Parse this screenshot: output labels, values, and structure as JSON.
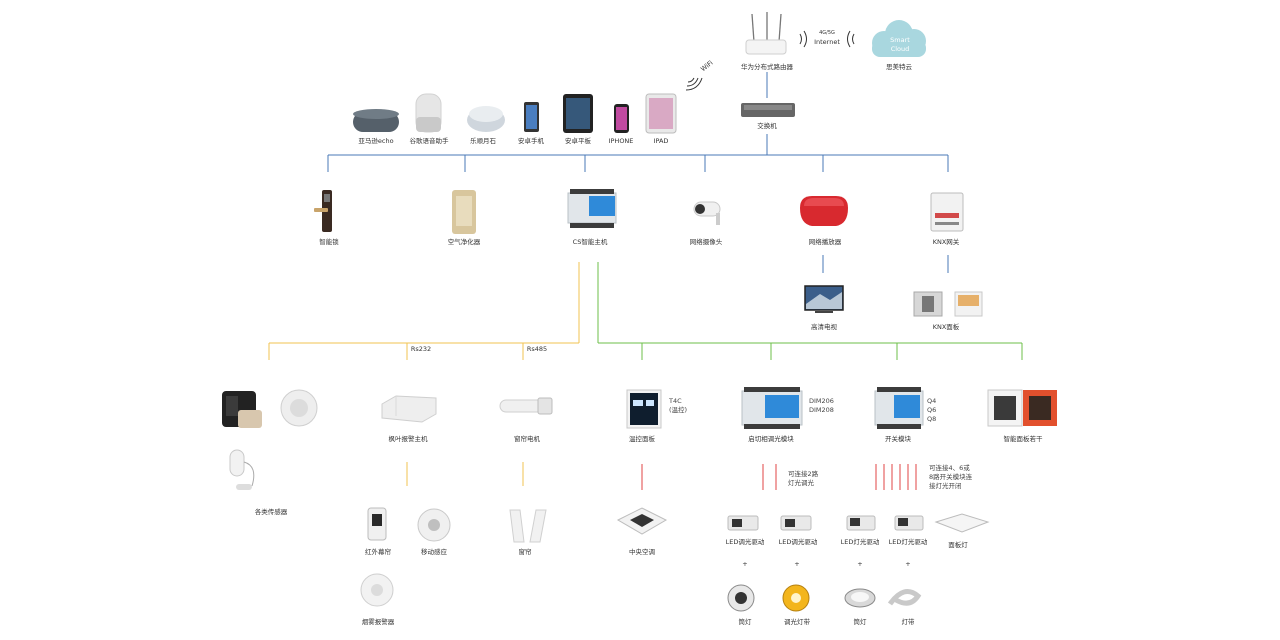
{
  "colors": {
    "blue": "#4a78b7",
    "yellow": "#f2c352",
    "green": "#6cbf4a",
    "red": "#e04545",
    "cloud": "#a9d7df"
  },
  "top": {
    "router": "华为分布式路由器",
    "internet_sub": "4G/5G",
    "internet": "Internet",
    "wifi": "WiFi",
    "cloud_line1": "Smart",
    "cloud_line2": "Cloud",
    "cloud_name": "思美特云",
    "switch": "交换机"
  },
  "phones": [
    "亚马逊echo",
    "谷歌语音助手",
    "乐顺月石",
    "安卓手机",
    "安卓平板",
    "IPHONE",
    "IPAD"
  ],
  "tier2": [
    "智能锁",
    "空气净化器",
    "CS智能主机",
    "网络摄像头",
    "网络播放器",
    "KNX网关"
  ],
  "tier3": {
    "tv": "高清电视",
    "knx_panel": "KNX面板"
  },
  "bus": {
    "rs232": "Rs232",
    "rs485": "Rs485"
  },
  "tier4": {
    "sensors": "各类传感器",
    "alarm_host": "枫叶报警主机",
    "curtain_motor": "窗帘电机",
    "thermo_panel": "温控面板",
    "thermo_note1": "T4C",
    "thermo_note2": "(温控)",
    "dimmer": "启切相调光模块",
    "dimmer_note1": "DIM206",
    "dimmer_note2": "DIM208",
    "switch_module": "开关模块",
    "switch_note1": "Q4",
    "switch_note2": "Q6",
    "switch_note3": "Q8",
    "smart_panel": "智能面板若干"
  },
  "notes": {
    "dimmer_1": "可连接2路",
    "dimmer_2": "灯光调光",
    "switch_1": "可连接4、6或",
    "switch_2": "8路开关模块连",
    "switch_3": "接灯光开闭"
  },
  "tier5": {
    "ir_curtain": "红外幕帘",
    "motion": "移动感应",
    "smoke": "烟雾报警器",
    "curtain": "窗帘",
    "ac": "中央空调",
    "led1": "LED调光驱动",
    "led2": "LED调光驱动",
    "led3": "LED灯光驱动",
    "led4": "LED灯光驱动",
    "panel_light": "面板灯",
    "plus": "+"
  },
  "tier6": [
    "筒灯",
    "调光灯带",
    "筒灯",
    "灯带"
  ]
}
